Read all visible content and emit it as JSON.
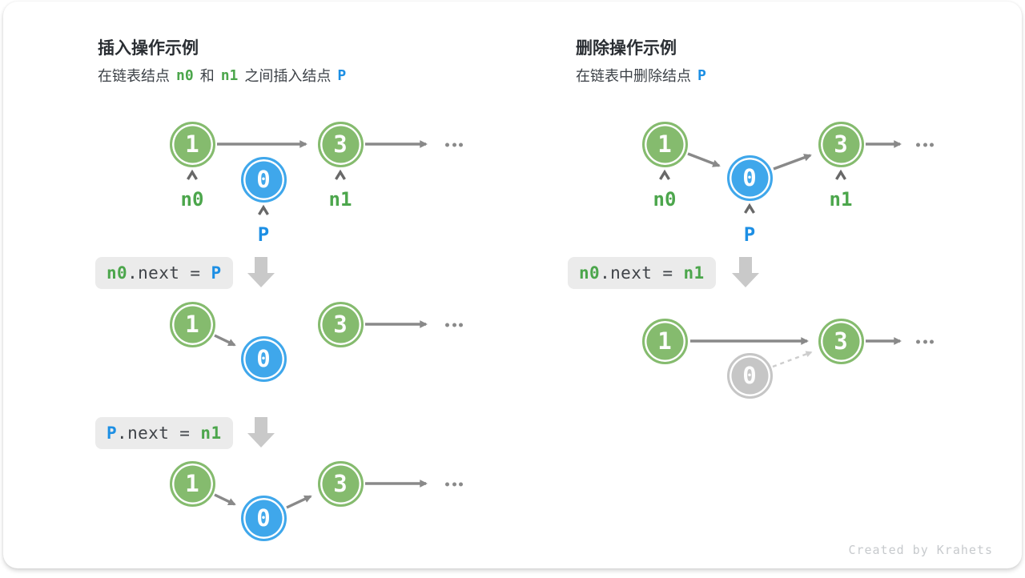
{
  "colors": {
    "green": "#85bb6e",
    "blue": "#3fa7eb",
    "green_text": "#4ca64c",
    "blue_text": "#1d8fe4",
    "gray_node": "#c6c6c6",
    "arrow": "#898989",
    "caret": "#686868",
    "code_bg": "#ebebeb",
    "code_fg": "#3f4348",
    "block_arrow": "#c9c9c9",
    "dashed": "#cdcdcd",
    "dot": "#8a8a8a",
    "credit": "#c7cacd",
    "title": "#2a2e33",
    "subtitle": "#3c4147"
  },
  "insert_panel": {
    "title": "插入操作示例",
    "subtitle": {
      "t1": "在链表结点",
      "n0": "n0",
      "t2": "和",
      "n1": "n1",
      "t3": "之间插入结点",
      "p": "P"
    },
    "row1": {
      "v1": "1",
      "v3": "3",
      "v0": "0",
      "label_n0": "n0",
      "label_n1": "n1",
      "label_p": "P",
      "ellipsis": "..."
    },
    "code1": {
      "lhs": "n0",
      "mid": ".next = ",
      "rhs": "P"
    },
    "row2": {
      "v1": "1",
      "v0": "0",
      "v3": "3",
      "ellipsis": "..."
    },
    "code2": {
      "lhs": "P",
      "mid": ".next = ",
      "rhs": "n1"
    },
    "row3": {
      "v1": "1",
      "v0": "0",
      "v3": "3",
      "ellipsis": "..."
    }
  },
  "delete_panel": {
    "title": "删除操作示例",
    "subtitle": {
      "t1": "在链表中删除结点",
      "p": "P"
    },
    "row1": {
      "v1": "1",
      "v0": "0",
      "v3": "3",
      "label_n0": "n0",
      "label_n1": "n1",
      "label_p": "P",
      "ellipsis": "..."
    },
    "code1": {
      "lhs": "n0",
      "mid": ".next = ",
      "rhs": "n1"
    },
    "row2": {
      "v1": "1",
      "v3": "3",
      "v0": "0",
      "ellipsis": "..."
    }
  },
  "footer": {
    "credit": "Created by Krahets"
  }
}
